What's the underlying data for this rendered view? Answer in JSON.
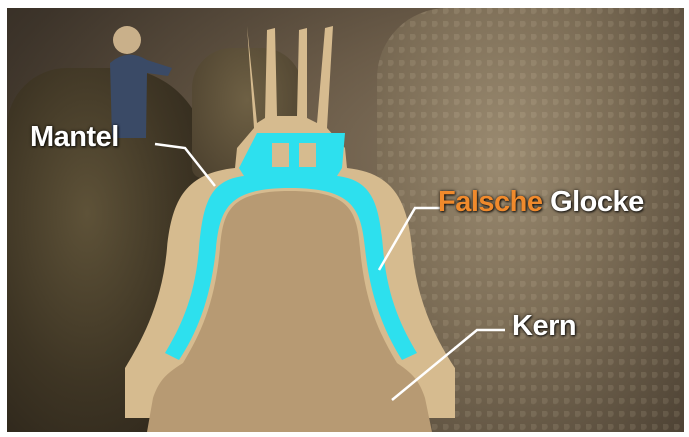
{
  "labels": {
    "mantel": "Mantel",
    "falsche_glocke": {
      "accent_word": "Falsche",
      "rest": "Glocke"
    },
    "kern": "Kern"
  },
  "colors": {
    "mantel_fill": "#d6bb8f",
    "kern_fill": "#b79a73",
    "falsche_glocke_fill": "#2de0ee",
    "accent_text": "#f08a2c",
    "label_text": "#ffffff"
  }
}
